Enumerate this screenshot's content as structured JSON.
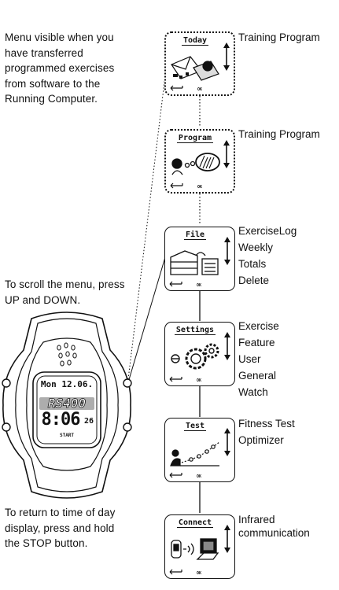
{
  "notes": {
    "top": [
      "Menu visible when you",
      "have transferred",
      "programmed exercises",
      "from software to the",
      "Running Computer."
    ],
    "scroll": [
      "To scroll the menu, press",
      "UP and DOWN."
    ],
    "return": [
      "To return to time of day",
      "display, press and hold",
      "the STOP button."
    ]
  },
  "watch": {
    "date": "Mon 12.06.",
    "model": "RS400",
    "time": "8:06",
    "seconds": "26",
    "start": "START"
  },
  "ok_label": "OK",
  "menus": [
    {
      "title": "Today",
      "icon": "today-icon",
      "labels": [
        "Training Program"
      ]
    },
    {
      "title": "Program",
      "icon": "program-icon",
      "labels": [
        "Training Program"
      ]
    },
    {
      "title": "File",
      "icon": "file-icon",
      "labels": [
        "ExerciseLog",
        "Weekly",
        "Totals",
        "Delete"
      ]
    },
    {
      "title": "Settings",
      "icon": "settings-icon",
      "labels": [
        "Exercise",
        "Feature",
        "User",
        "General",
        "Watch"
      ]
    },
    {
      "title": "Test",
      "icon": "test-icon",
      "labels": [
        "Fitness Test",
        "Optimizer"
      ]
    },
    {
      "title": "Connect",
      "icon": "connect-icon",
      "labels": [
        "Infrared",
        "communication"
      ]
    }
  ]
}
